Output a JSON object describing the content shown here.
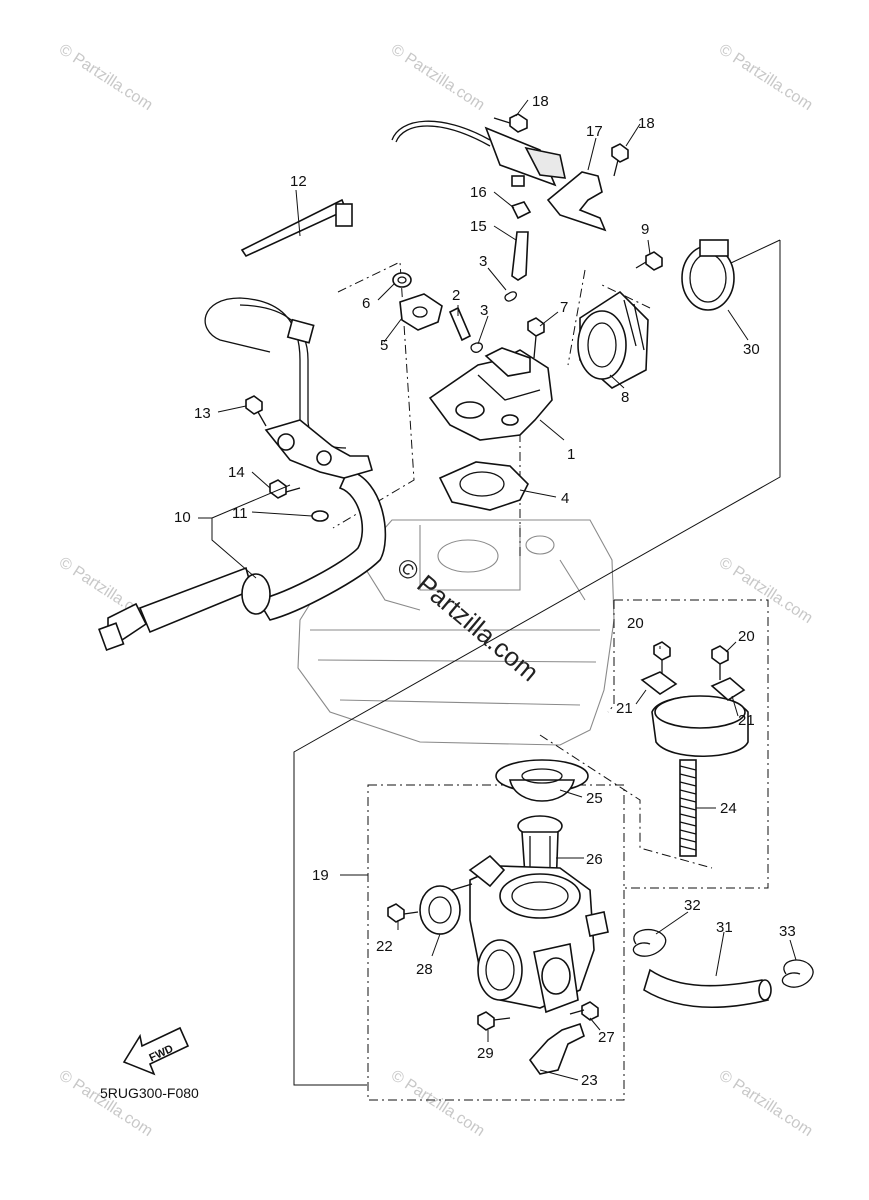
{
  "diagram": {
    "code": "5RUG300-F080",
    "fwd_label": "FWD",
    "watermark_small": "© Partzilla.com",
    "watermark_center": "© Partzilla.com",
    "callouts": [
      {
        "id": "c1",
        "label": "1"
      },
      {
        "id": "c2",
        "label": "2"
      },
      {
        "id": "c3a",
        "label": "3"
      },
      {
        "id": "c3b",
        "label": "3"
      },
      {
        "id": "c4",
        "label": "4"
      },
      {
        "id": "c5",
        "label": "5"
      },
      {
        "id": "c6",
        "label": "6"
      },
      {
        "id": "c7",
        "label": "7"
      },
      {
        "id": "c8",
        "label": "8"
      },
      {
        "id": "c9",
        "label": "9"
      },
      {
        "id": "c10",
        "label": "10"
      },
      {
        "id": "c11",
        "label": "11"
      },
      {
        "id": "c12",
        "label": "12"
      },
      {
        "id": "c13",
        "label": "13"
      },
      {
        "id": "c14",
        "label": "14"
      },
      {
        "id": "c15",
        "label": "15"
      },
      {
        "id": "c16",
        "label": "16"
      },
      {
        "id": "c17",
        "label": "17"
      },
      {
        "id": "c18a",
        "label": "18"
      },
      {
        "id": "c18b",
        "label": "18"
      },
      {
        "id": "c19",
        "label": "19"
      },
      {
        "id": "c20a",
        "label": "20"
      },
      {
        "id": "c20b",
        "label": "20"
      },
      {
        "id": "c21a",
        "label": "21"
      },
      {
        "id": "c21b",
        "label": "21"
      },
      {
        "id": "c22",
        "label": "22"
      },
      {
        "id": "c23",
        "label": "23"
      },
      {
        "id": "c24",
        "label": "24"
      },
      {
        "id": "c25",
        "label": "25"
      },
      {
        "id": "c26",
        "label": "26"
      },
      {
        "id": "c27",
        "label": "27"
      },
      {
        "id": "c28",
        "label": "28"
      },
      {
        "id": "c29",
        "label": "29"
      },
      {
        "id": "c30",
        "label": "30"
      },
      {
        "id": "c31",
        "label": "31"
      },
      {
        "id": "c32",
        "label": "32"
      },
      {
        "id": "c33",
        "label": "33"
      }
    ]
  }
}
